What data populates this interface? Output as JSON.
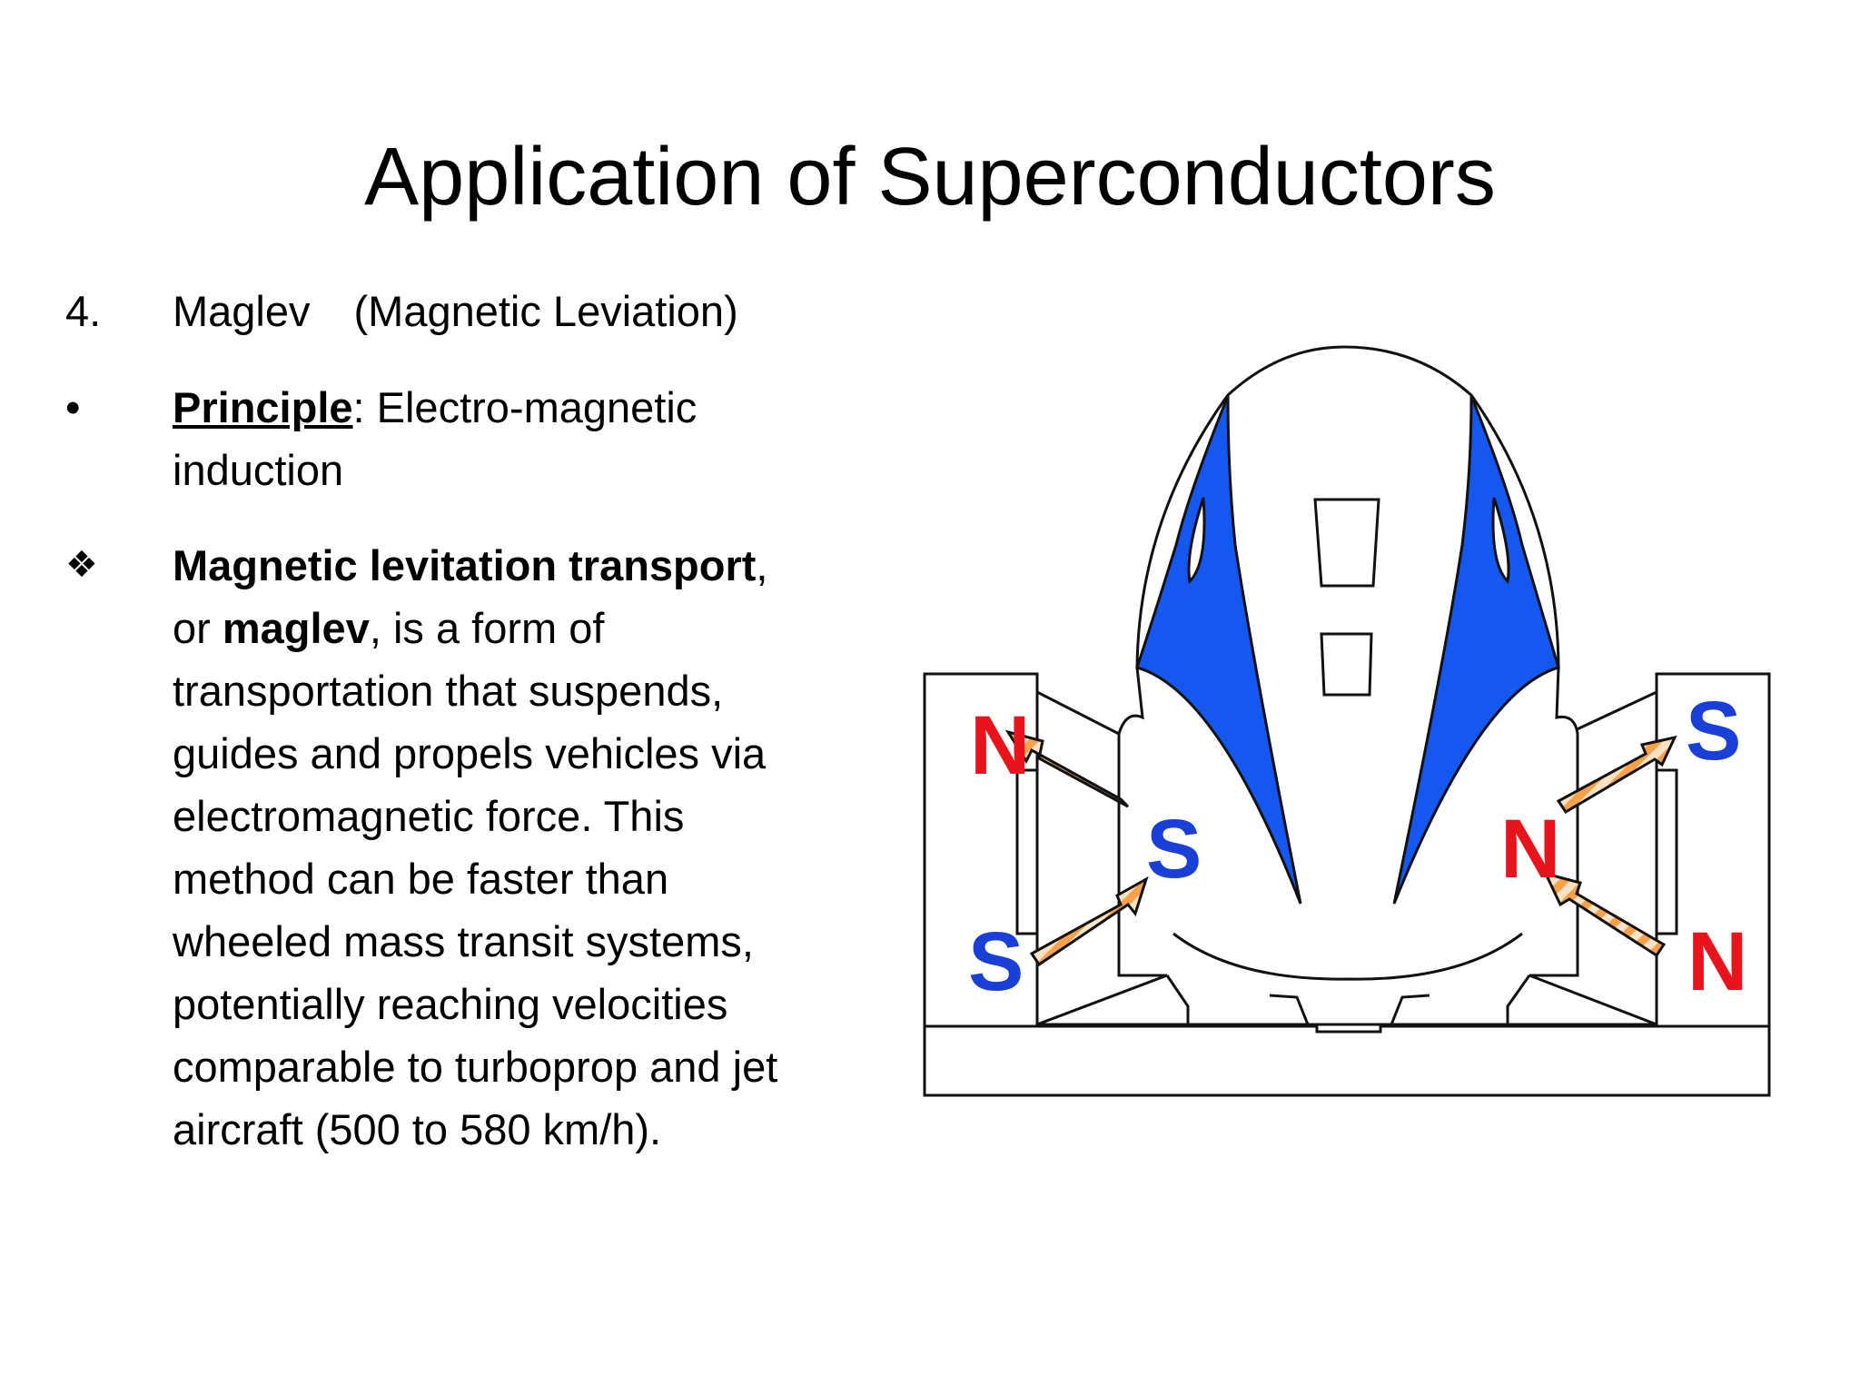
{
  "slide": {
    "title": "Application of Superconductors"
  },
  "item_heading": {
    "marker": "4.",
    "name": "Maglev",
    "detail": "(Magnetic Leviation)"
  },
  "principle": {
    "marker": "•",
    "label": "Principle",
    "sep": ":",
    "text_line1": " Electro-magnetic",
    "text_line2": "induction"
  },
  "description": {
    "marker": "❖",
    "lines": [
      {
        "bold": "Magnetic levitation transport",
        "rest": ","
      },
      {
        "pre": "or ",
        "bold": "maglev",
        "rest": ", is a form of"
      },
      {
        "text": "transportation that suspends,"
      },
      {
        "text": "guides and propels vehicles via"
      },
      {
        "text": "electromagnetic force. This"
      },
      {
        "text": "method can be faster than"
      },
      {
        "text": "wheeled mass transit systems,"
      },
      {
        "text": "potentially reaching velocities"
      },
      {
        "text": "comparable to turboprop and jet"
      },
      {
        "text": "aircraft (500 to 580 km/h)."
      }
    ]
  },
  "diagram": {
    "labels": {
      "left_outer_top": "N",
      "left_outer_bottom": "S",
      "left_inner": "S",
      "right_inner": "N",
      "right_outer_top": "S",
      "right_outer_bottom": "N"
    },
    "colors": {
      "north": "#e8141c",
      "south": "#1a3fd6",
      "body_stripe": "#1558f0",
      "arrow_fill": "#f7a24a",
      "outline": "#111111"
    }
  }
}
